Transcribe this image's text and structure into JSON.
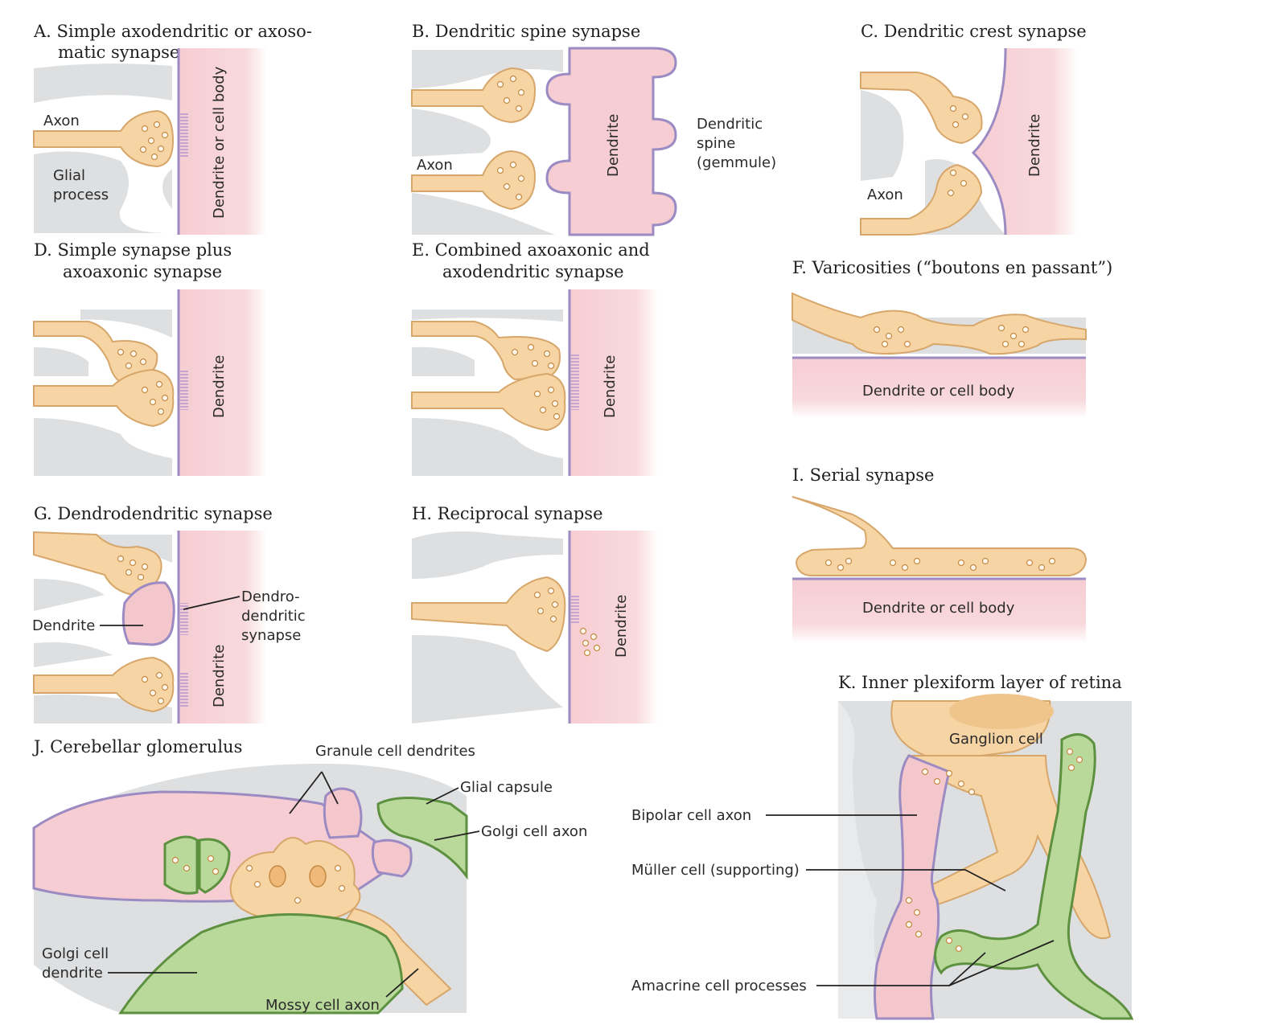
{
  "panels": {
    "A": {
      "title_line1": "A. Simple axodendritic or axoso-",
      "title_line2": "matic synapse",
      "labels": {
        "axon": "Axon",
        "glial1": "Glial",
        "glial2": "process",
        "dendrite": "Dendrite or cell body"
      }
    },
    "B": {
      "title": "B. Dendritic spine synapse",
      "labels": {
        "axon": "Axon",
        "dendrite": "Dendrite",
        "spine1": "Dendritic",
        "spine2": "spine",
        "spine3": "(gemmule)"
      }
    },
    "C": {
      "title": "C. Dendritic crest synapse",
      "labels": {
        "axon": "Axon",
        "dendrite": "Dendrite"
      }
    },
    "D": {
      "title_line1": "D. Simple synapse plus",
      "title_line2": "axoaxonic synapse",
      "labels": {
        "dendrite": "Dendrite"
      }
    },
    "E": {
      "title_line1": "E. Combined axoaxonic and",
      "title_line2": "axodendritic synapse",
      "labels": {
        "dendrite": "Dendrite"
      }
    },
    "F": {
      "title": "F. Varicosities (“boutons en passant”)",
      "labels": {
        "dendrite": "Dendrite or cell body"
      }
    },
    "G": {
      "title": "G. Dendrodendritic synapse",
      "labels": {
        "dendrite_left": "Dendrite",
        "dd1": "Dendro-",
        "dd2": "dendritic",
        "dd3": "synapse",
        "dendrite": "Dendrite"
      }
    },
    "H": {
      "title": "H. Reciprocal synapse",
      "labels": {
        "dendrite": "Dendrite"
      }
    },
    "I": {
      "title": "I. Serial synapse",
      "labels": {
        "dendrite": "Dendrite or cell body"
      }
    },
    "J": {
      "title": "J. Cerebellar glomerulus",
      "labels": {
        "granule": "Granule cell dendrites",
        "glial_capsule": "Glial capsule",
        "golgi_axon": "Golgi cell axon",
        "golgi_dendrite1": "Golgi cell",
        "golgi_dendrite2": "dendrite",
        "mossy": "Mossy cell axon"
      }
    },
    "K": {
      "title": "K. Inner plexiform layer of retina",
      "labels": {
        "ganglion": "Ganglion cell",
        "bipolar": "Bipolar cell axon",
        "muller": "Müller cell (supporting)",
        "amacrine": "Amacrine cell processes"
      }
    }
  }
}
